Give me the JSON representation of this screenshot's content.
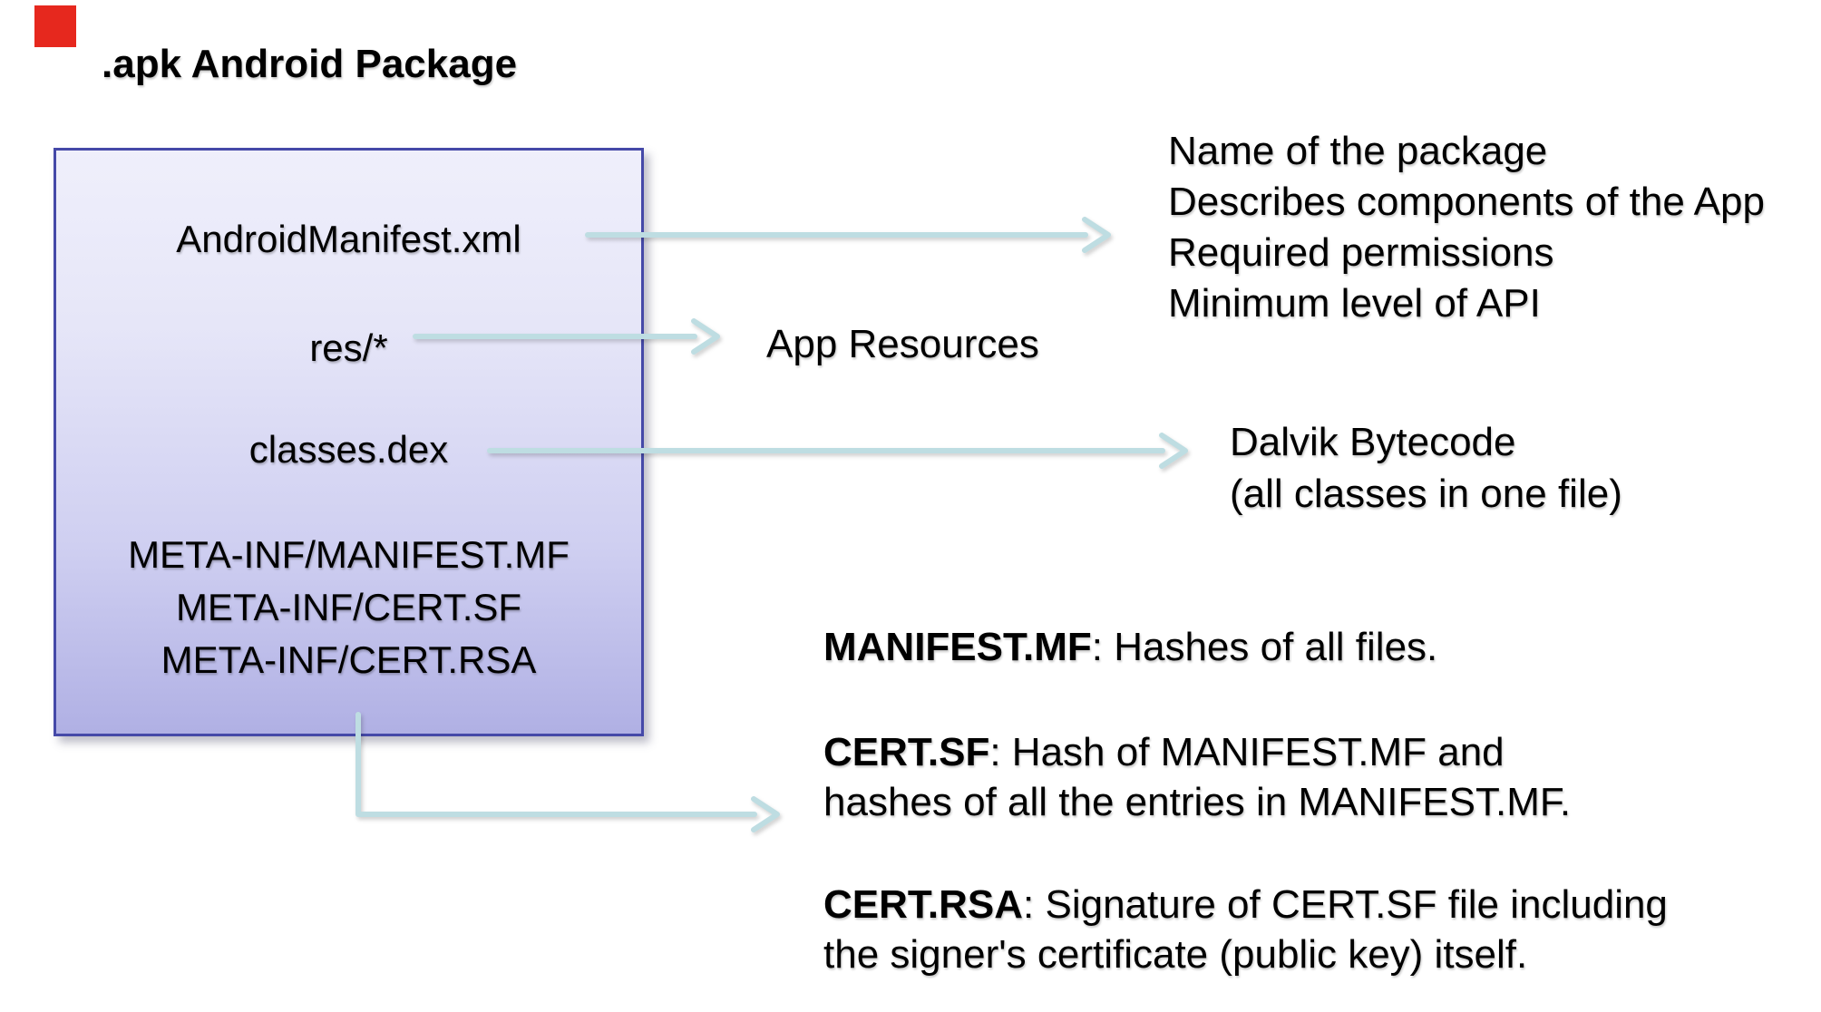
{
  "slide": {
    "title": ".apk Android Package",
    "box": {
      "files": {
        "manifest_xml": "AndroidManifest.xml",
        "res": "res/*",
        "classes_dex": "classes.dex"
      },
      "meta_inf": {
        "manifest_mf": "META-INF/MANIFEST.MF",
        "cert_sf": "META-INF/CERT.SF",
        "cert_rsa": "META-INF/CERT.RSA"
      }
    },
    "callouts": {
      "manifest": {
        "line1": "Name of the package",
        "line2": "Describes components of the App",
        "line3": "Required permissions",
        "line4": "Minimum level of API"
      },
      "resources": "App Resources",
      "dex": {
        "line1": "Dalvik Bytecode",
        "line2": "(all classes in one file)"
      },
      "signing": {
        "mf": {
          "term": "MANIFEST.MF",
          "rest": ": Hashes of all files."
        },
        "sf": {
          "term": "CERT.SF",
          "rest": ": Hash of MANIFEST.MF and",
          "rest2": "hashes of all the entries in MANIFEST.MF."
        },
        "rsa": {
          "term": "CERT.RSA",
          "rest": ": Signature of CERT.SF file including",
          "rest2": "the signer's certificate (public key) itself."
        }
      }
    }
  },
  "colors": {
    "arrow": "#bedde2",
    "box_border": "#4549a8",
    "box_fill_top": "#efeffb",
    "box_fill_bottom": "#b0b0e4",
    "logo_red": "#e6281e",
    "text": "#000000"
  }
}
